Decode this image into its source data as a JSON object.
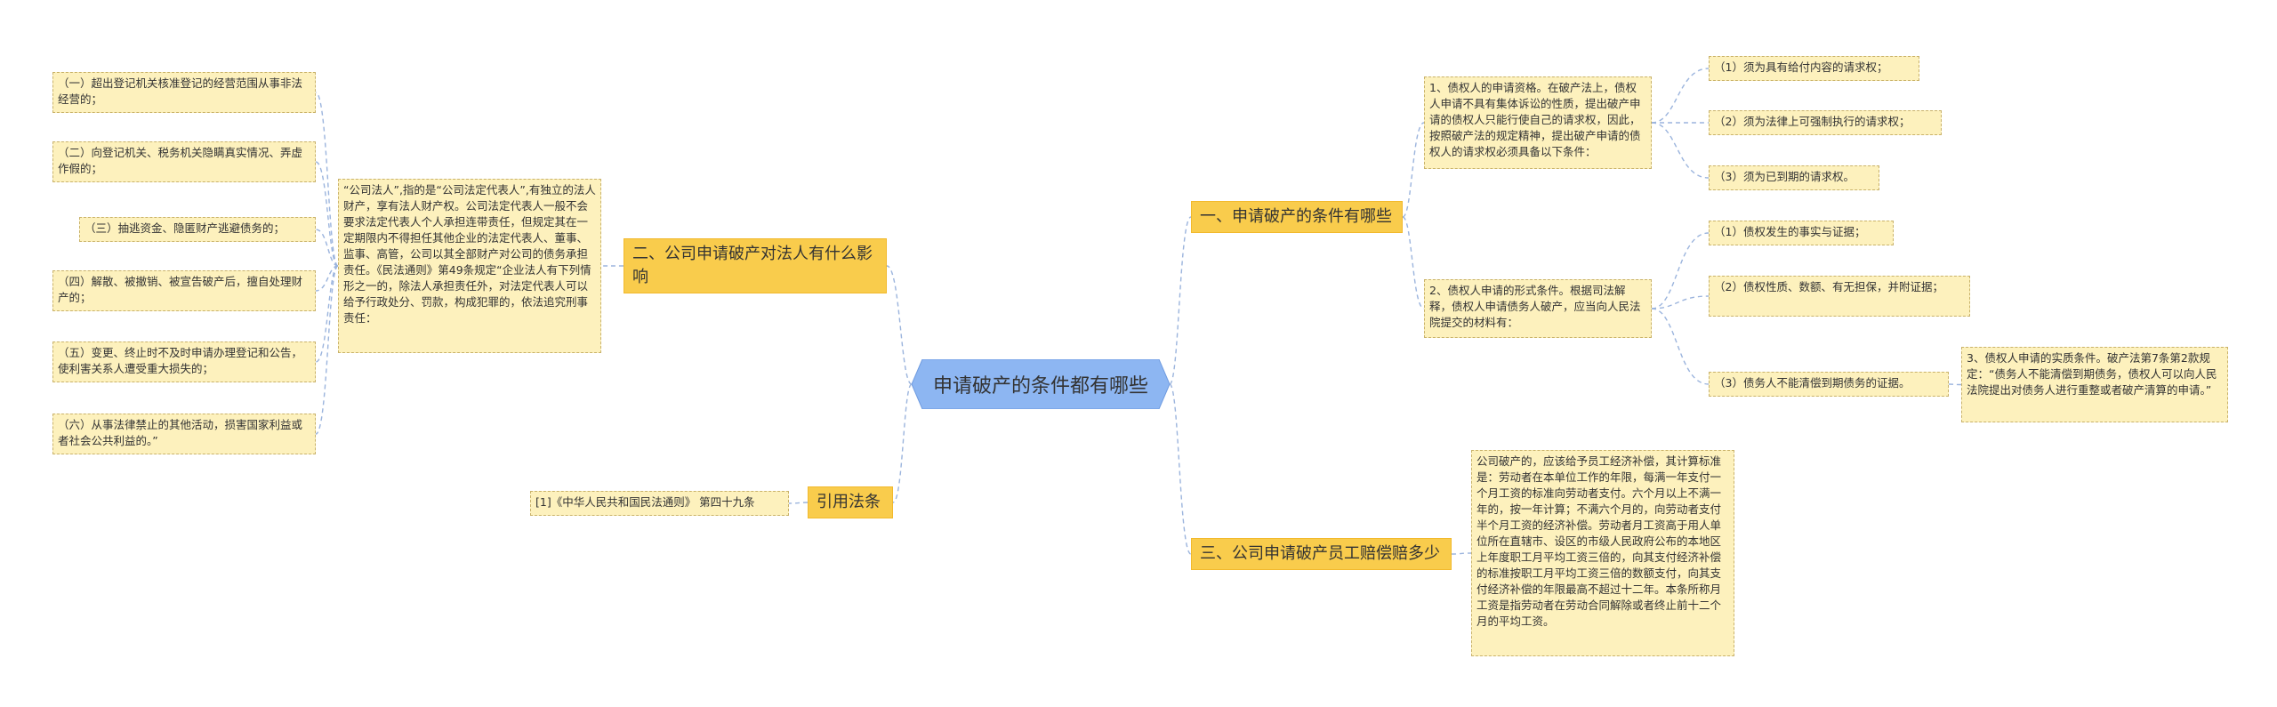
{
  "root": {
    "title": "申请破产的条件都有哪些",
    "color": "#8db6f2"
  },
  "colors": {
    "branch_fill": "#f9cc4c",
    "leaf_fill": "#fdf1bd",
    "edge": "#9bb4dd"
  },
  "branches": {
    "b1": "一、申请破产的条件有哪些",
    "b2": "二、公司申请破产对法人有什么影响",
    "b3": "三、公司申请破产员工赔偿赔多少",
    "b4": "引用法条"
  },
  "leaves": {
    "r1": "1、债权人的申请资格。在破产法上，债权人申请不具有集体诉讼的性质，提出破产申请的债权人只能行使自己的请求权，因此，按照破产法的规定精神，提出破产申请的债权人的请求权必须具备以下条件：",
    "r1a": "（1）须为具有给付内容的请求权；",
    "r1b": "（2）须为法律上可强制执行的请求权；",
    "r1c": "（3）须为已到期的请求权。",
    "r2": "2、债权人申请的形式条件。根据司法解释，债权人申请债务人破产，应当向人民法院提交的材料有：",
    "r2a": "（1）债权发生的事实与证据；",
    "r2b": "（2）债权性质、数额、有无担保，并附证据；",
    "r2c": "（3）债务人不能清偿到期债务的证据。",
    "r3": "3、债权人申请的实质条件。破产法第7条第2款规定：“债务人不能清偿到期债务，债权人可以向人民法院提出对债务人进行重整或者破产清算的申请。”",
    "r4": "公司破产的，应该给予员工经济补偿，其计算标准是：劳动者在本单位工作的年限，每满一年支付一个月工资的标准向劳动者支付。六个月以上不满一年的，按一年计算；不满六个月的，向劳动者支付半个月工资的经济补偿。劳动者月工资高于用人单位所在直辖市、设区的市级人民政府公布的本地区上年度职工月平均工资三倍的，向其支付经济补偿的标准按职工月平均工资三倍的数额支付，向其支付经济补偿的年限最高不超过十二年。本条所称月工资是指劳动者在劳动合同解除或者终止前十二个月的平均工资。",
    "m": "“公司法人”,指的是“公司法定代表人”,有独立的法人财产，享有法人财产权。公司法定代表人一般不会要求法定代表人个人承担连带责任，但规定其在一定期限内不得担任其他企业的法定代表人、董事、监事、高管，公司以其全部财产对公司的债务承担责任。《民法通则》第49条规定“企业法人有下列情形之一的，除法人承担责任外，对法定代表人可以给予行政处分、罚款，构成犯罪的，依法追究刑事责任：",
    "l1": "（一）超出登记机关核准登记的经营范围从事非法经营的；",
    "l2": "（二）向登记机关、税务机关隐瞒真实情况、弄虚作假的；",
    "l3": "（三）抽逃资金、隐匿财产逃避债务的；",
    "l4": "（四）解散、被撤销、被宣告破产后，擅自处理财产的；",
    "l5": "（五）变更、终止时不及时申请办理登记和公告，使利害关系人遭受重大损失的；",
    "l6": "（六）从事法律禁止的其他活动，损害国家利益或者社会公共利益的。”",
    "cite": "[1]《中华人民共和国民法通则》 第四十九条"
  }
}
